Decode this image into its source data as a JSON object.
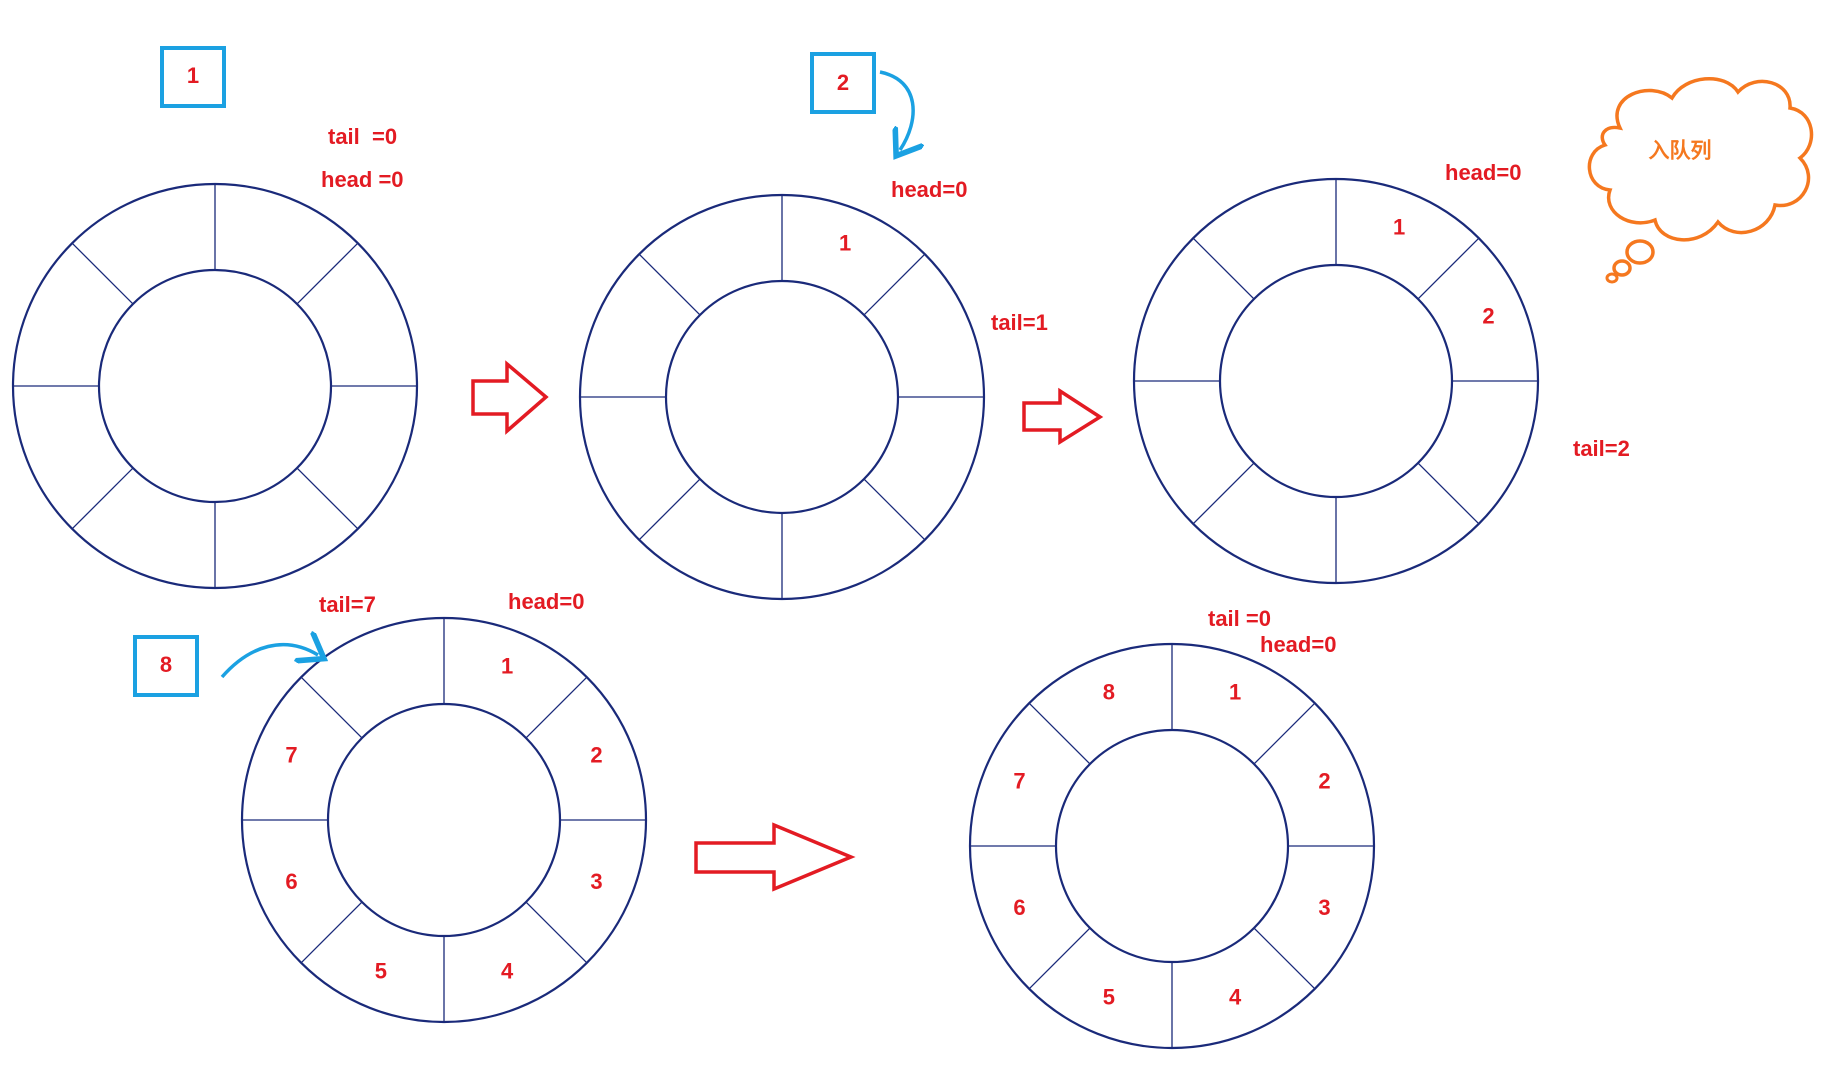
{
  "colors": {
    "ring": "#1a2a7a",
    "label": "#e31b23",
    "element_box": "#1ba1e2",
    "arrow": "#e31b23",
    "bubble": "#f5781f"
  },
  "rings": [
    {
      "step": "1",
      "slots": [
        "",
        "",
        "",
        "",
        "",
        "",
        "",
        ""
      ],
      "annotations": {
        "tail": "tail  =0",
        "head": "head =0"
      }
    },
    {
      "step": "2",
      "slots": [
        "1",
        "",
        "",
        "",
        "",
        "",
        "",
        ""
      ],
      "annotations": {
        "head": "head=0",
        "tail": "tail=1"
      }
    },
    {
      "step": "",
      "slots": [
        "1",
        "2",
        "",
        "",
        "",
        "",
        "",
        ""
      ],
      "annotations": {
        "head": "head=0",
        "tail": "tail=2"
      }
    },
    {
      "step": "8",
      "slots": [
        "1",
        "2",
        "3",
        "4",
        "5",
        "6",
        "7",
        ""
      ],
      "annotations": {
        "tail": "tail=7",
        "head": "head=0"
      }
    },
    {
      "step": "",
      "slots": [
        "1",
        "2",
        "3",
        "4",
        "5",
        "6",
        "7",
        "8"
      ],
      "annotations": {
        "tail": "tail =0",
        "head": "head=0"
      }
    }
  ],
  "thought_bubble": {
    "text": "入队列",
    "icon": "thought-cloud-icon"
  },
  "arrow_icon": "right-block-arrow-icon",
  "curved_arrow_icon": "curved-arrow-icon"
}
